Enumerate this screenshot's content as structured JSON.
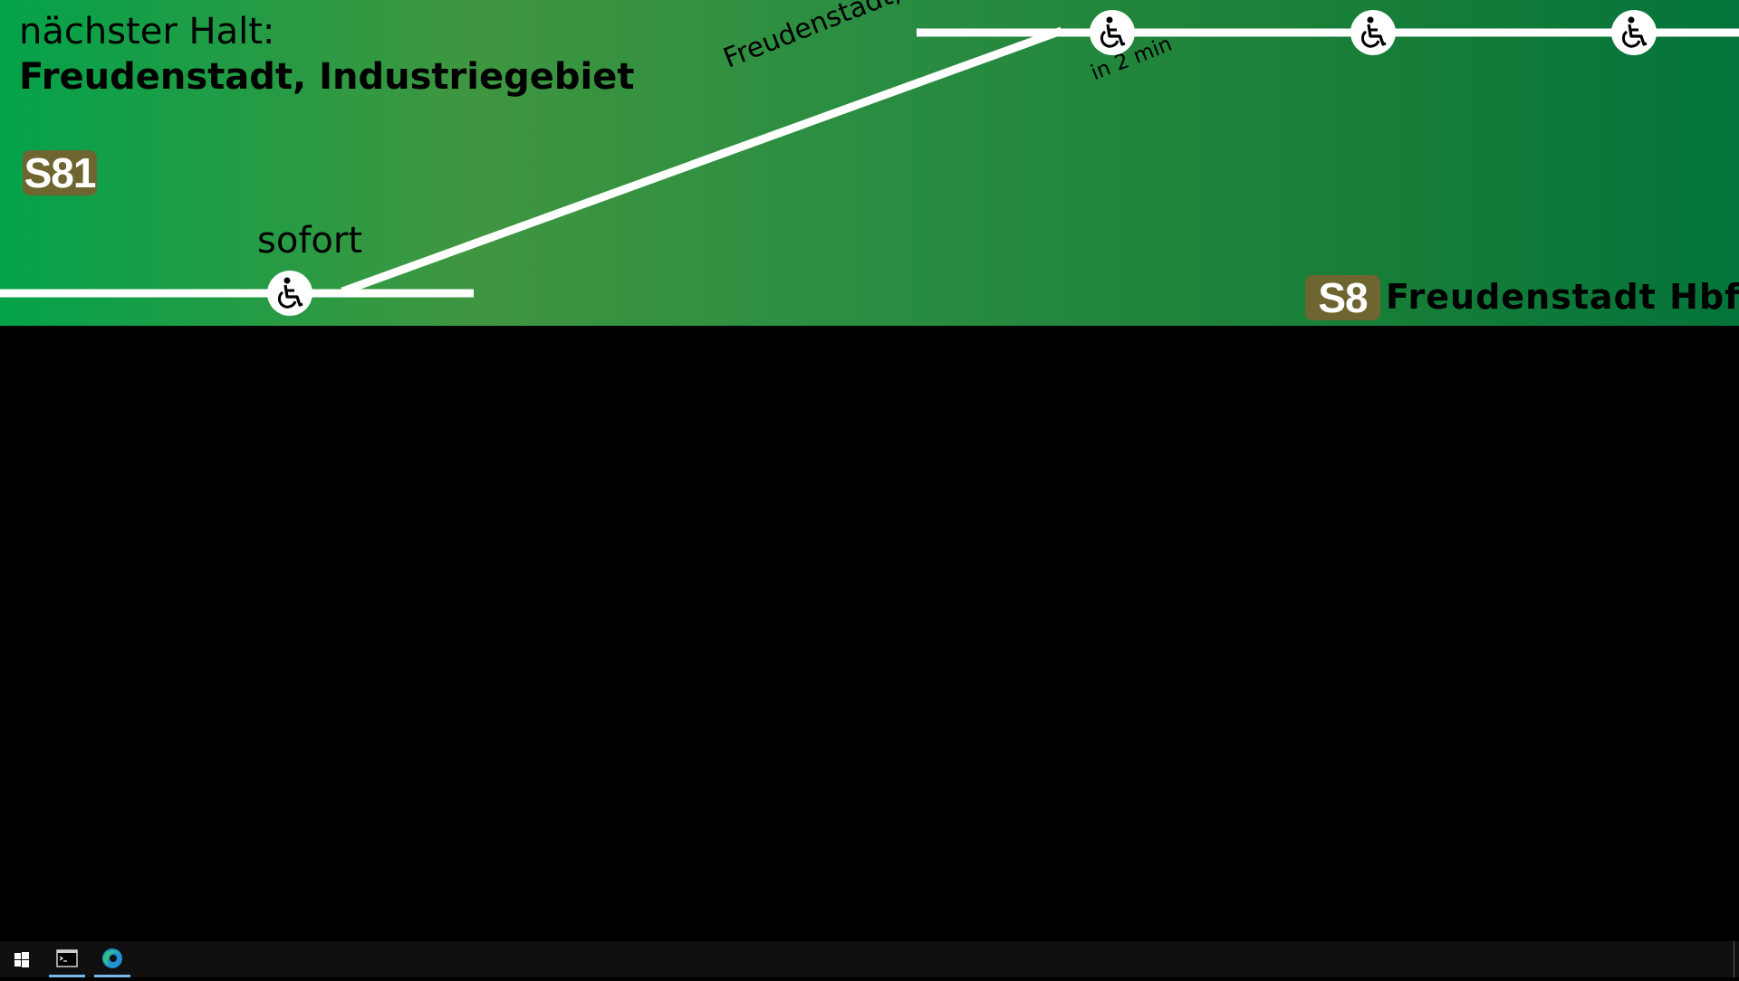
{
  "display": {
    "next_stop_label": "nächster Halt:",
    "next_stop_name": "Freudenstadt, Industriegebiet",
    "line_badge": "S81",
    "time_current": "sofort",
    "stop_label": "Freudenstadt, Hauptbahnhof",
    "time_next": "in 2 min",
    "destination_line": "S8",
    "destination_name": "Freudenstadt Hbf",
    "colors": {
      "background_start": "#04a24a",
      "background_end": "#04743a",
      "badge": "#6f6530",
      "track": "#ffffff"
    },
    "stop_icon": "wheelchair-icon"
  },
  "taskbar": {
    "items": [
      {
        "name": "start-button",
        "icon": "windows-logo-icon"
      },
      {
        "name": "terminal-button",
        "icon": "terminal-icon"
      },
      {
        "name": "edge-button",
        "icon": "edge-browser-icon"
      }
    ]
  }
}
